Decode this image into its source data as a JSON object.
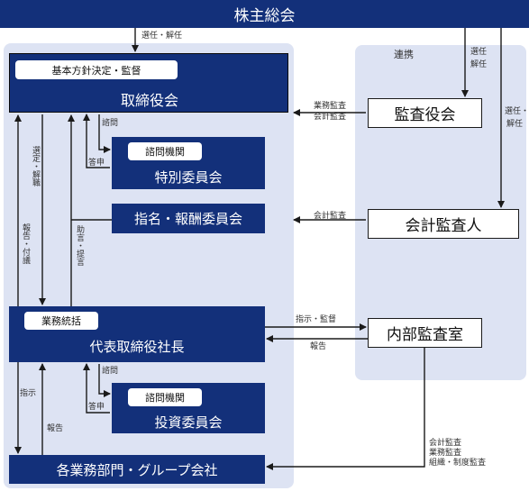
{
  "top_bar": "株主総会",
  "board": {
    "tag": "基本方針決定・監督",
    "title": "取締役会"
  },
  "audit_board": "監査役会",
  "accounting_auditor": "会計監査人",
  "special_committee": {
    "tag": "諮問機関",
    "title": "特別委員会"
  },
  "nomination_committee": "指名・報酬委員会",
  "president": {
    "tag": "業務統括",
    "title": "代表取締役社長"
  },
  "investment_committee": {
    "tag": "諮問機関",
    "title": "投資委員会"
  },
  "internal_audit": "内部監査室",
  "divisions": "各業務部門・グループ会社",
  "labels": {
    "elect_dismiss_top": "選任・解任",
    "cooperation": "連携",
    "elect_dismiss_audit": [
      "選任",
      "解任"
    ],
    "elect_dismiss_acct": [
      "選任・",
      "解任"
    ],
    "business_accounting_audit": [
      "業務監査",
      "会計監査"
    ],
    "accounting_audit": "会計監査",
    "consult_1": "諮問",
    "report_1": "答申",
    "appoint_dismiss": "選定・解職",
    "report_attach": "報告・付議",
    "advice_proposal": "助言・提言",
    "instruct_supervise": "指示・監督",
    "report_internal": "報告",
    "consult_2": "諮問",
    "report_2": "答申",
    "instruct": "指示",
    "report_div": "報告",
    "audits_bottom": [
      "会計監査",
      "業務監査",
      "組織・制度監査"
    ]
  }
}
